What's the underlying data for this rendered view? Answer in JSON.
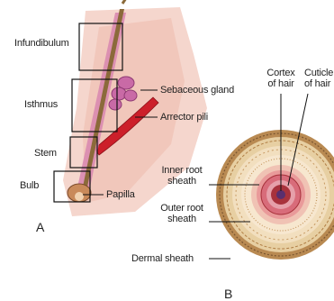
{
  "panel_a": {
    "letter": "A",
    "labels": {
      "infundibulum": "Infundibulum",
      "isthmus": "Isthmus",
      "stem": "Stem",
      "bulb": "Bulb",
      "papilla": "Papilla",
      "sebaceous_gland": "Sebaceous gland",
      "arrector_pili": "Arrector pili"
    }
  },
  "panel_b": {
    "letter": "B",
    "labels": {
      "cortex_line1": "Cortex",
      "cortex_line2": "of hair",
      "cuticle_line1": "Cuticle",
      "cuticle_line2": "of hair",
      "inner_root_line1": "Inner root",
      "inner_root_line2": "sheath",
      "outer_root_line1": "Outer root",
      "outer_root_line2": "sheath",
      "dermal_sheath": "Dermal sheath"
    }
  },
  "colors": {
    "skin": "#f3cfc4",
    "hair_shaft": "#8b6a3a",
    "sheath_pink": "#d98ab0",
    "sebaceous": "#c96aa6",
    "arrector": "#cc1f2a",
    "ring_outer": "#b98a52",
    "ring_tan": "#e7cfa2",
    "core_red": "#a8323c"
  }
}
